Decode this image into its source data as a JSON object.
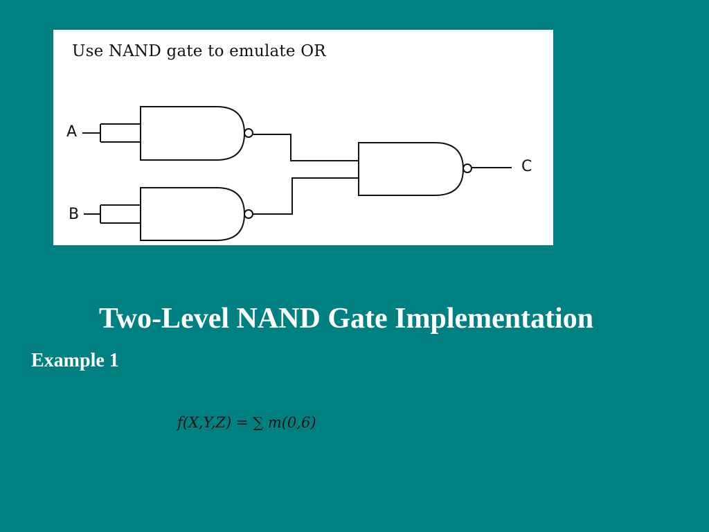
{
  "slide": {
    "title": "Two-Level NAND Gate Implementation",
    "example_label": "Example 1"
  },
  "diagram": {
    "caption": "Use NAND gate to emulate OR",
    "input_a": "A",
    "input_b": "B",
    "output_c": "C"
  },
  "formula": {
    "text": "f(X,Y,Z) = ∑ m(0,6)"
  },
  "colors": {
    "background": "#008080",
    "panel": "#ffffff",
    "title_text": "#ffffff",
    "line": "#111111"
  }
}
